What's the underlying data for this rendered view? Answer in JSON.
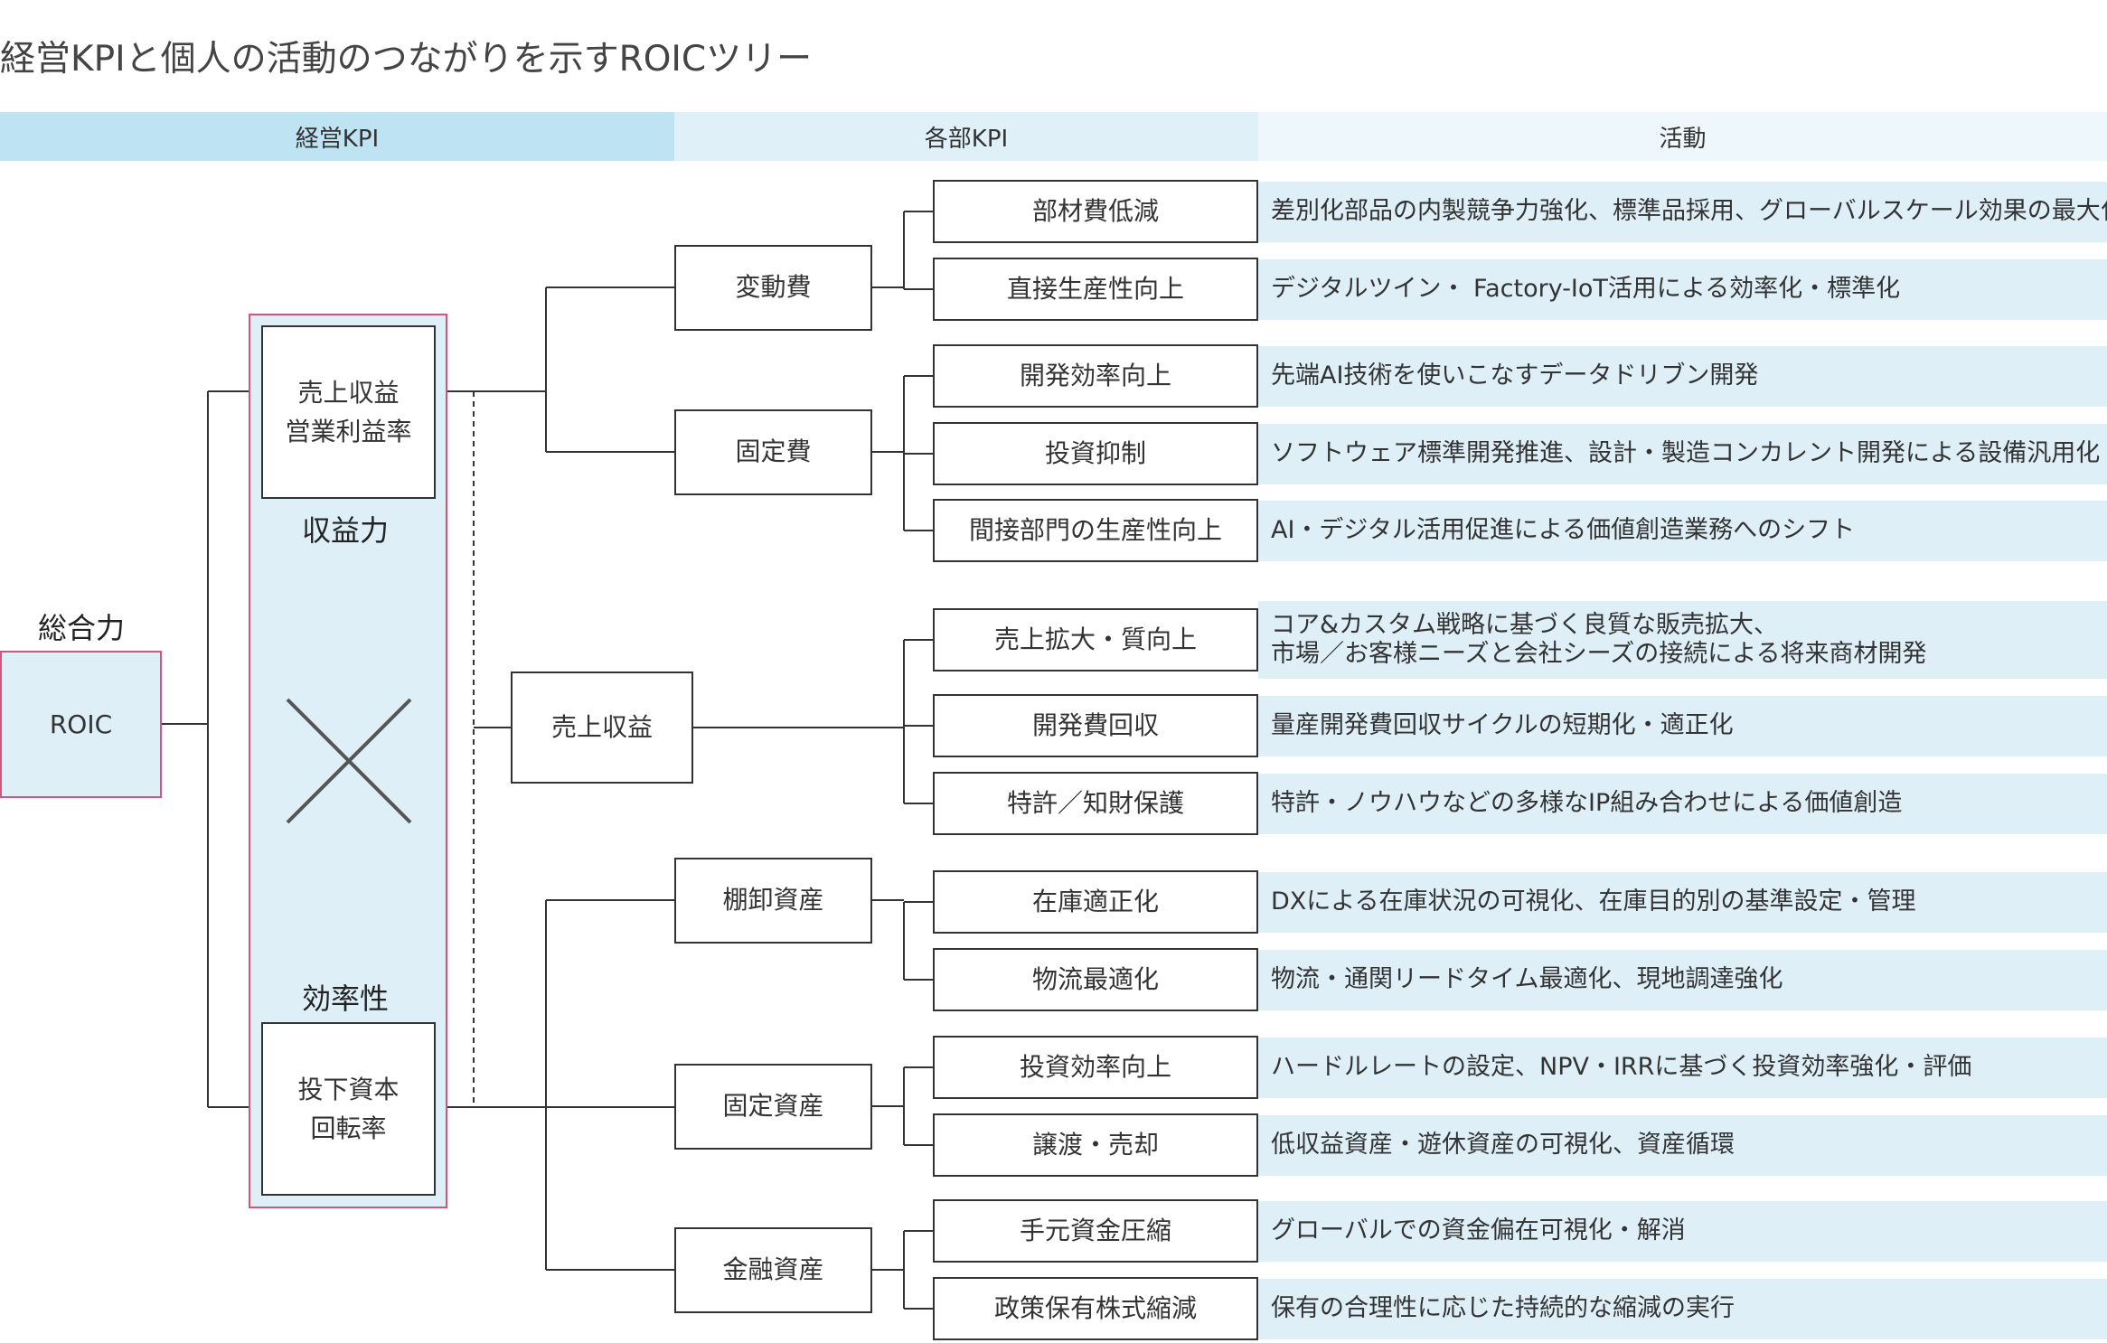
{
  "title": "経営KPIと個人の活動のつながりを示すROICツリー",
  "header": {
    "col1": "経営KPI",
    "col2": "各部KPI",
    "col3": "活動",
    "colors": {
      "col1": "#bee3f2",
      "col2": "#dff0f8",
      "col3": "#eef7fc"
    }
  },
  "roic": {
    "caption": "総合力",
    "label": "ROIC"
  },
  "band": {
    "top_box": [
      "売上収益",
      "営業利益率"
    ],
    "top_caption": "収益力",
    "bottom_caption": "効率性",
    "bottom_box": [
      "投下資本",
      "回転率"
    ],
    "operator_icon": "multiply-icon"
  },
  "groups": [
    {
      "label": "変動費",
      "items": [
        {
          "kpi": "部材費低減",
          "activity": [
            "差別化部品の内製競争力強化、標準品採用、グローバルスケール効果の最大化"
          ]
        },
        {
          "kpi": "直接生産性向上",
          "activity": [
            "デジタルツイン・ Factory-IoT活用による効率化・標準化"
          ]
        }
      ]
    },
    {
      "label": "固定費",
      "items": [
        {
          "kpi": "開発効率向上",
          "activity": [
            "先端AI技術を使いこなすデータドリブン開発"
          ]
        },
        {
          "kpi": "投資抑制",
          "activity": [
            "ソフトウェア標準開発推進、設計・製造コンカレント開発による設備汎用化"
          ]
        },
        {
          "kpi": "間接部門の生産性向上",
          "activity": [
            "AI・デジタル活用促進による価値創造業務へのシフト"
          ]
        }
      ]
    },
    {
      "label": "売上収益",
      "items": [
        {
          "kpi": "売上拡大・質向上",
          "activity": [
            "コア&カスタム戦略に基づく良質な販売拡大、",
            "市場／お客様ニーズと会社シーズの接続による将来商材開発"
          ]
        },
        {
          "kpi": "開発費回収",
          "activity": [
            "量産開発費回収サイクルの短期化・適正化"
          ]
        },
        {
          "kpi": "特許／知財保護",
          "activity": [
            "特許・ノウハウなどの多様なIP組み合わせによる価値創造"
          ]
        }
      ]
    },
    {
      "label": "棚卸資産",
      "items": [
        {
          "kpi": "在庫適正化",
          "activity": [
            "DXによる在庫状況の可視化、在庫目的別の基準設定・管理"
          ]
        },
        {
          "kpi": "物流最適化",
          "activity": [
            "物流・通関リードタイム最適化、現地調達強化"
          ]
        }
      ]
    },
    {
      "label": "固定資産",
      "items": [
        {
          "kpi": "投資効率向上",
          "activity": [
            "ハードルレートの設定、NPV・IRRに基づく投資効率強化・評価"
          ]
        },
        {
          "kpi": "譲渡・売却",
          "activity": [
            "低収益資産・遊休資産の可視化、資産循環"
          ]
        }
      ]
    },
    {
      "label": "金融資産",
      "items": [
        {
          "kpi": "手元資金圧縮",
          "activity": [
            "グローバルでの資金偏在可視化・解消"
          ]
        },
        {
          "kpi": "政策保有株式縮減",
          "activity": [
            "保有の合理性に応じた持続的な縮減の実行"
          ]
        }
      ]
    }
  ],
  "colors": {
    "accent_border": "#d6547a",
    "fill": "#deeff8",
    "line": "#333333"
  }
}
